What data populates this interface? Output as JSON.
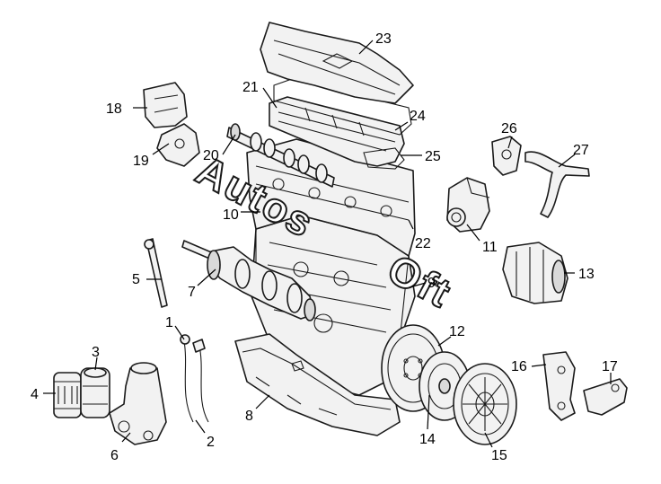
{
  "watermark": {
    "text_1": "Autos",
    "text_2": "Oft"
  },
  "callouts": [
    {
      "id": "label-1",
      "text": "1"
    },
    {
      "id": "label-2",
      "text": "2"
    },
    {
      "id": "label-3",
      "text": "3"
    },
    {
      "id": "label-4",
      "text": "4"
    },
    {
      "id": "label-5",
      "text": "5"
    },
    {
      "id": "label-6",
      "text": "6"
    },
    {
      "id": "label-7",
      "text": "7"
    },
    {
      "id": "label-8",
      "text": "8"
    },
    {
      "id": "label-9",
      "text": "9"
    },
    {
      "id": "label-10",
      "text": "10"
    },
    {
      "id": "label-11",
      "text": "11"
    },
    {
      "id": "label-12",
      "text": "12"
    },
    {
      "id": "label-13",
      "text": "13"
    },
    {
      "id": "label-14",
      "text": "14"
    },
    {
      "id": "label-15",
      "text": "15"
    },
    {
      "id": "label-16",
      "text": "16"
    },
    {
      "id": "label-17",
      "text": "17"
    },
    {
      "id": "label-18",
      "text": "18"
    },
    {
      "id": "label-19",
      "text": "19"
    },
    {
      "id": "label-20",
      "text": "20"
    },
    {
      "id": "label-21",
      "text": "21"
    },
    {
      "id": "label-22",
      "text": "22"
    },
    {
      "id": "label-23",
      "text": "23"
    },
    {
      "id": "label-24",
      "text": "24"
    },
    {
      "id": "label-25",
      "text": "25"
    },
    {
      "id": "label-26",
      "text": "26"
    },
    {
      "id": "label-27",
      "text": "27"
    }
  ]
}
